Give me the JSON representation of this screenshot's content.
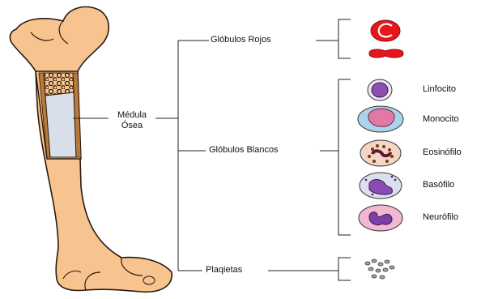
{
  "labels": {
    "medula_line1": "Médula",
    "medula_line2": "Ósea",
    "rojos": "Glóbulos Rojos",
    "blancos": "Glóbulos Blancos",
    "plaquetas": "Plaqietas"
  },
  "white_cells": [
    "Linfocito",
    "Monocito",
    "Eosinófilo",
    "Basófilo",
    "Neurófilo"
  ],
  "colors": {
    "bone": "#F7C48F",
    "bone_outline": "#2a1a10",
    "marrow": "#D8DEEA",
    "red_cell": "#E8161B",
    "lymphocyte_nucleus": "#8A4FB0",
    "monocyte_body": "#A9D4EC",
    "monocyte_nucleus": "#E07AA4",
    "eosinophil_granules": "#7A3B10",
    "basophil_nucleus": "#8B4BB5",
    "neutrophil_body": "#F2B8D2",
    "neutrophil_nucleus": "#7C3FA8",
    "platelets": "#9FA6B0",
    "lines": "#222222"
  }
}
